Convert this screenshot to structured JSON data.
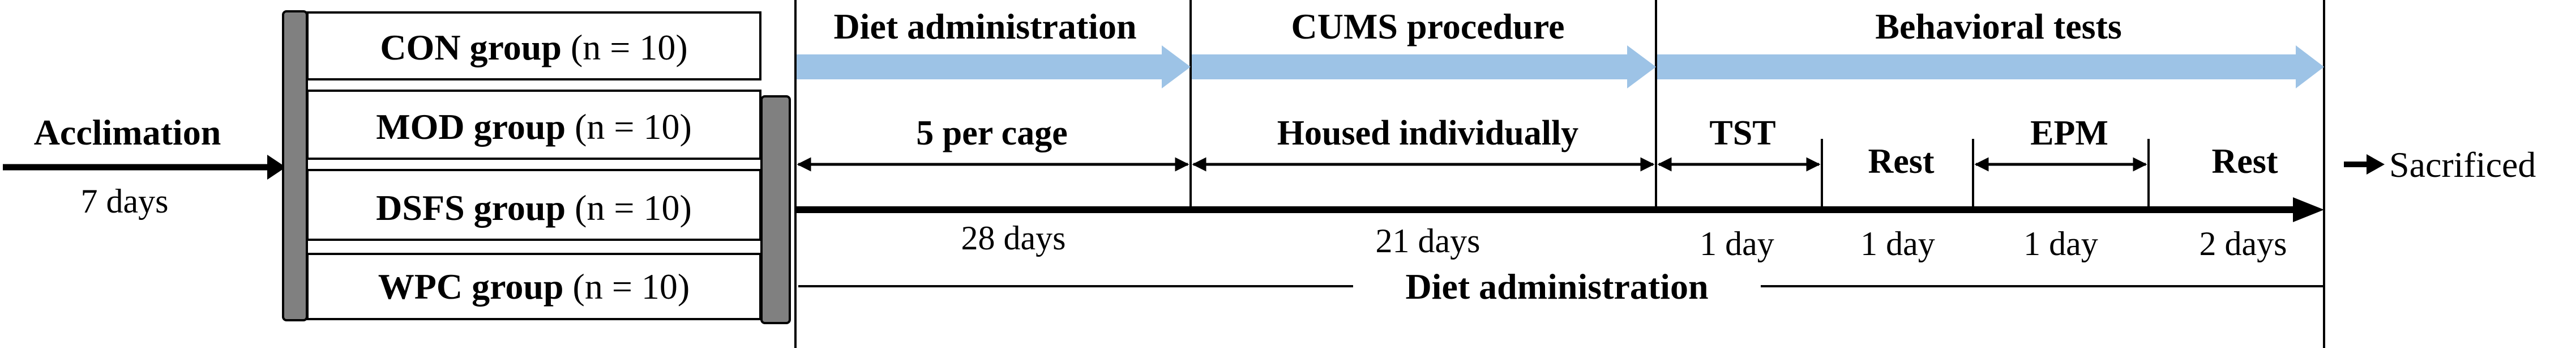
{
  "acclimation": {
    "label": "Acclimation",
    "duration": "7 days"
  },
  "groups": [
    {
      "name": "CON group",
      "n": "(n = 10)"
    },
    {
      "name": "MOD group",
      "n": "(n = 10)"
    },
    {
      "name": "DSFS group",
      "n": "(n = 10)"
    },
    {
      "name": "WPC group",
      "n": "(n = 10)"
    }
  ],
  "phases": [
    {
      "label": "Diet administration"
    },
    {
      "label": "CUMS procedure"
    },
    {
      "label": "Behavioral tests"
    }
  ],
  "housing": [
    {
      "label": "5 per cage"
    },
    {
      "label": "Housed individually"
    }
  ],
  "tests": [
    {
      "label": "TST"
    },
    {
      "label": "Rest"
    },
    {
      "label": "EPM"
    },
    {
      "label": "Rest"
    }
  ],
  "durations": [
    "28 days",
    "21 days",
    "1 day",
    "1 day",
    "1 day",
    "2 days"
  ],
  "bottom_label": "Diet administration",
  "end_label": "Sacrificed",
  "colors": {
    "phase_arrow": "#9dc3e6",
    "bracket": "#808080",
    "line": "#000000"
  }
}
